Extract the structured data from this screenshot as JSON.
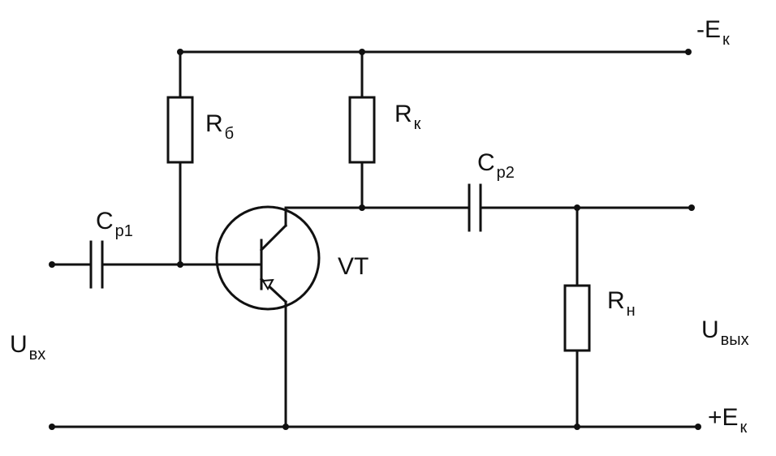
{
  "labels": {
    "supply_negative": {
      "main": "-E",
      "sub": "к"
    },
    "supply_positive": {
      "main": "+E",
      "sub": "к"
    },
    "r_base": {
      "main": "R",
      "sub": "б"
    },
    "r_collector": {
      "main": "R",
      "sub": "к"
    },
    "c_out": {
      "main": "C",
      "sub": "р2"
    },
    "c_in": {
      "main": "C",
      "sub": "р1"
    },
    "transistor": {
      "main": "VT",
      "sub": ""
    },
    "r_load": {
      "main": "R",
      "sub": "н"
    },
    "u_in": {
      "main": "U",
      "sub": "вх"
    },
    "u_out": {
      "main": "U",
      "sub": "вых"
    }
  }
}
